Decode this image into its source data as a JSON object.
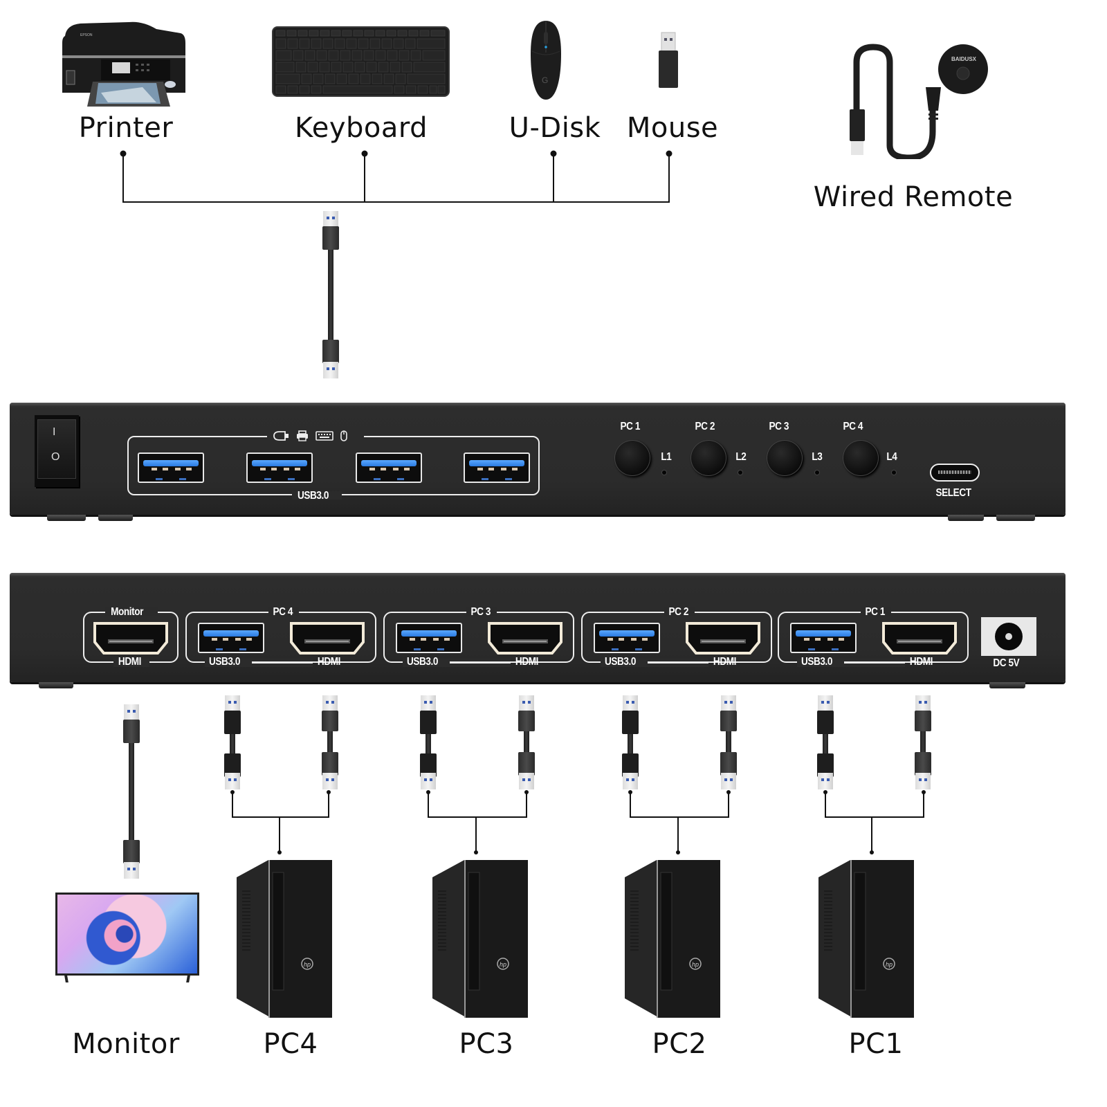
{
  "peripherals": {
    "items": [
      {
        "id": "printer",
        "label": "Printer",
        "icon": "printer-icon"
      },
      {
        "id": "keyboard",
        "label": "Keyboard",
        "icon": "keyboard-icon"
      },
      {
        "id": "u-disk",
        "label": "U-Disk",
        "icon": "usb-dongle-icon"
      },
      {
        "id": "mouse",
        "label": "Mouse",
        "icon": "mouse-icon"
      }
    ]
  },
  "wired_remote": {
    "label": "Wired Remote",
    "brand_mark": "BAIDUSX"
  },
  "front_panel": {
    "power_switch": {
      "on_symbol": "I",
      "off_symbol": "O"
    },
    "usb_group_label": "USB3.0",
    "usb_group_icons": [
      "usb-dongle-icon",
      "printer-icon",
      "keyboard-icon",
      "mouse-icon"
    ],
    "usb_port_count": 4,
    "buttons": [
      {
        "label": "PC 1",
        "led": "L1"
      },
      {
        "label": "PC 2",
        "led": "L2"
      },
      {
        "label": "PC 3",
        "led": "L3"
      },
      {
        "label": "PC 4",
        "led": "L4"
      }
    ],
    "select_label": "SELECT"
  },
  "rear_panel": {
    "monitor_group": {
      "title": "Monitor",
      "port_label": "HDMI"
    },
    "pc_groups": [
      {
        "title": "PC 4",
        "usb_label": "USB3.0",
        "hdmi_label": "HDMI"
      },
      {
        "title": "PC 3",
        "usb_label": "USB3.0",
        "hdmi_label": "HDMI"
      },
      {
        "title": "PC 2",
        "usb_label": "USB3.0",
        "hdmi_label": "HDMI"
      },
      {
        "title": "PC 1",
        "usb_label": "USB3.0",
        "hdmi_label": "HDMI"
      }
    ],
    "power_label": "DC 5V"
  },
  "bottom_devices": {
    "monitor_label": "Monitor",
    "pcs": [
      {
        "label": "PC4",
        "brand": "hp"
      },
      {
        "label": "PC3",
        "brand": "hp"
      },
      {
        "label": "PC2",
        "brand": "hp"
      },
      {
        "label": "PC1",
        "brand": "hp"
      }
    ]
  },
  "colors": {
    "device_body": "#2b2b2b",
    "usb3_blue": "#2b7be0",
    "line": "#111111",
    "background": "#ffffff"
  }
}
